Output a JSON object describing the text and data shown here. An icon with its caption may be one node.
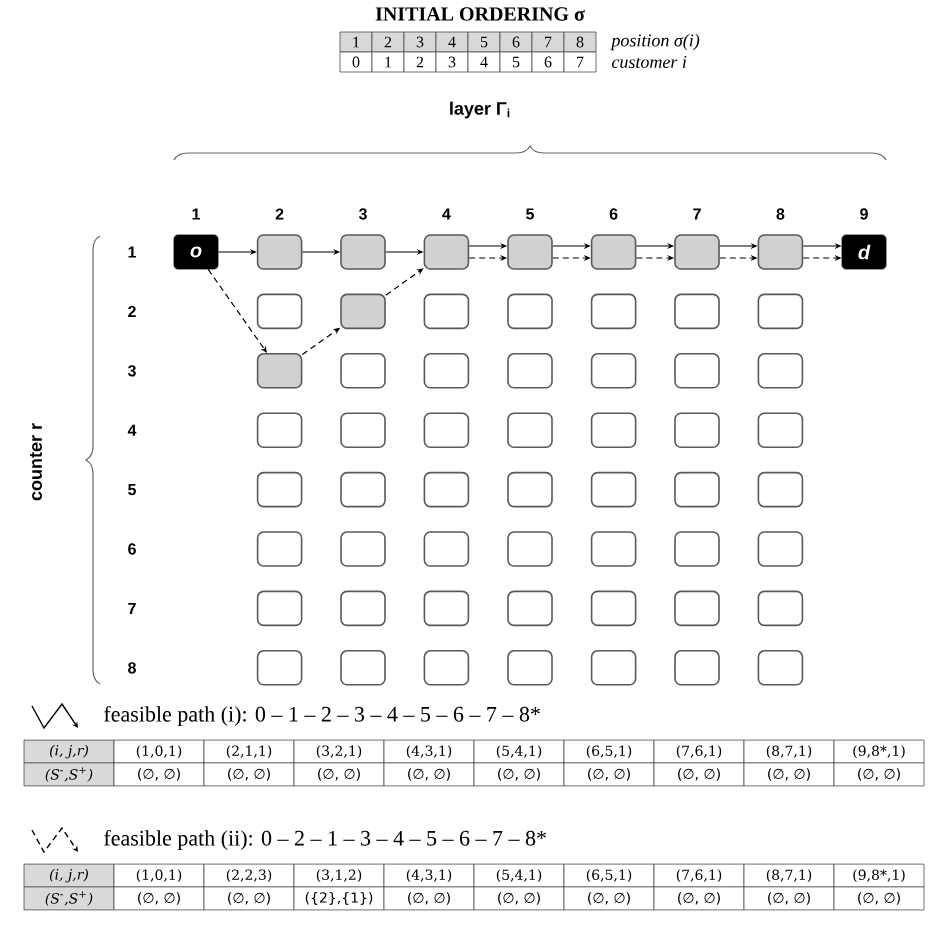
{
  "diagram": {
    "nodes": [
      {
        "text": [
          "o"
        ]
      },
      {
        "text": [],
        "shape": "box"
      },
      {
        "text": [],
        "shape": "box"
      },
      {
        "text": [],
        "shape": "box"
      },
      {
        "text": [],
        "shape": "box"
      },
      {
        "text": [],
        "shape": "box"
      },
      {
        "text": [],
        "shape": "box"
      },
      {
        "text": [],
        "shape": "box"
      },
      {
        "text": [
          "d"
        ]
      },
      {
        "text": [],
        "shape": "box"
      },
      {
        "text": [],
        "shape": "box"
      },
      {
        "text": [],
        "shape": "box"
      },
      {
        "text": [],
        "shape": "box"
      },
      {
        "text": [],
        "shape": "box"
      },
      {
        "text": [],
        "shape": "box"
      },
      {
        "text": [],
        "shape": "box"
      },
      {
        "text": [],
        "shape": "box"
      },
      {
        "text": [],
        "shape": "box"
      },
      {
        "text": [],
        "shape": "box"
      },
      {
        "text": [],
        "shape": "box"
      },
      {
        "text": [],
        "shape": "box"
      },
      {
        "text": [],
        "shape": "box"
      },
      {
        "text": [],
        "shape": "box"
      },
      {
        "text": [],
        "shape": "box"
      },
      {
        "text": [],
        "shape": "box"
      },
      {
        "text": [],
        "shape": "box"
      },
      {
        "text": [],
        "shape": "box"
      },
      {
        "text": [],
        "shape": "box"
      },
      {
        "text": [],
        "shape": "box"
      },
      {
        "text": [],
        "shape": "box"
      },
      {
        "text": [],
        "shape": "box"
      },
      {
        "text": [],
        "shape": "box"
      },
      {
        "text": [],
        "shape": "box"
      },
      {
        "text": [],
        "shape": "box"
      },
      {
        "text": [],
        "shape": "box"
      },
      {
        "text": [],
        "shape": "box"
      },
      {
        "text": [],
        "shape": "box"
      },
      {
        "text": [],
        "shape": "box"
      },
      {
        "text": [],
        "shape": "box"
      },
      {
        "text": [],
        "shape": "box"
      },
      {
        "text": [],
        "shape": "box"
      },
      {
        "text": [],
        "shape": "box"
      },
      {
        "text": [],
        "shape": "box"
      },
      {
        "text": [],
        "shape": "box"
      },
      {
        "text": [],
        "shape": "box"
      },
      {
        "text": [],
        "shape": "box"
      },
      {
        "text": [],
        "shape": "box"
      },
      {
        "text": [],
        "shape": "box"
      },
      {
        "text": [],
        "shape": "box"
      },
      {
        "text": [],
        "shape": "box"
      },
      {
        "text": [],
        "shape": "box"
      },
      {
        "text": [],
        "shape": "box"
      },
      {
        "text": [],
        "shape": "box"
      },
      {
        "text": [],
        "shape": "box"
      },
      {
        "text": [],
        "shape": "box"
      },
      {
        "text": [],
        "shape": "box"
      },
      {
        "text": [],
        "shape": "box"
      },
      {
        "text": [],
        "shape": "box"
      }
    ],
    "edges": [
      {
        "from": 0,
        "to": 1,
        "arrow": "to"
      },
      {
        "from": 1,
        "to": 2,
        "arrow": "to"
      },
      {
        "from": 2,
        "to": 3,
        "arrow": "to"
      },
      {
        "from": 3,
        "to": 4,
        "arrow": "to"
      },
      {
        "from": 4,
        "to": 5,
        "arrow": "to"
      },
      {
        "from": 5,
        "to": 6,
        "arrow": "to"
      },
      {
        "from": 6,
        "to": 7,
        "arrow": "to"
      },
      {
        "from": 7,
        "to": 8,
        "arrow": "to"
      },
      {
        "from": 0,
        "to": 16,
        "arrow": "to",
        "style": "dashed"
      },
      {
        "from": 16,
        "to": 10,
        "arrow": "to",
        "style": "dashed"
      },
      {
        "from": 10,
        "to": 3,
        "arrow": "to",
        "style": "dashed"
      },
      {
        "from": 3,
        "to": 4,
        "arrow": "to",
        "style": "dashed"
      },
      {
        "from": 4,
        "to": 5,
        "arrow": "to",
        "style": "dashed"
      },
      {
        "from": 5,
        "to": 6,
        "arrow": "to",
        "style": "dashed"
      },
      {
        "from": 6,
        "to": 7,
        "arrow": "to",
        "style": "dashed"
      },
      {
        "from": 7,
        "to": 8,
        "arrow": "to",
        "style": "dashed"
      }
    ],
    "labels": [
      "INITIAL ORDERING σ",
      "1",
      "2",
      "3",
      "4",
      "5",
      "6",
      "7",
      "8",
      "position σ(i)",
      "0",
      "1",
      "2",
      "3",
      "4",
      "5",
      "6",
      "7",
      "customer i",
      "layer Γ$_{i}$",
      "1",
      "2",
      "3",
      "4",
      "5",
      "6",
      "7",
      "8",
      "9",
      "counter r",
      "1",
      "2",
      "3",
      "4",
      "5",
      "6",
      "7",
      "8",
      "(i, j,r)",
      "(1,0,1)",
      "(2,1,1)",
      "(3,2,1)",
      "(4,3,1)",
      "(5,4,1)",
      "(6,5,1)",
      "(7,6,1)",
      "(8,7,1)",
      "(9,8*,1)",
      "(S$^{-}$,S$^{+}$)",
      "(∅, ∅)",
      "(∅, ∅)",
      "(∅, ∅)",
      "(∅, ∅)",
      "(∅, ∅)",
      "(∅, ∅)",
      "(∅, ∅)",
      "(∅, ∅)",
      "(∅, ∅)",
      "(i, j,r)",
      "(1,0,1)",
      "(2,2,3)",
      "(3,1,2)",
      "(4,3,1)",
      "(5,4,1)",
      "(6,5,1)",
      "(7,6,1)",
      "(8,7,1)",
      "(9,8*,1)",
      "(S$^{-}$,S$^{+}$)",
      "(∅, ∅)",
      "(∅, ∅)",
      "({2},{1})",
      "(∅, ∅)",
      "(∅, ∅)",
      "(∅, ∅)",
      "(∅, ∅)",
      "(∅, ∅)",
      "(∅, ∅)"
    ],
    "legend": [
      {
        "text": "feasible path (i): 0 – 1 – 2 – 3 – 4 – 5 – 6 – 7 – 8*"
      },
      {
        "text": "feasible path (ii): 0 – 2 – 1 – 3 – 4 – 5 – 6 – 7 – 8*"
      }
    ]
  }
}
